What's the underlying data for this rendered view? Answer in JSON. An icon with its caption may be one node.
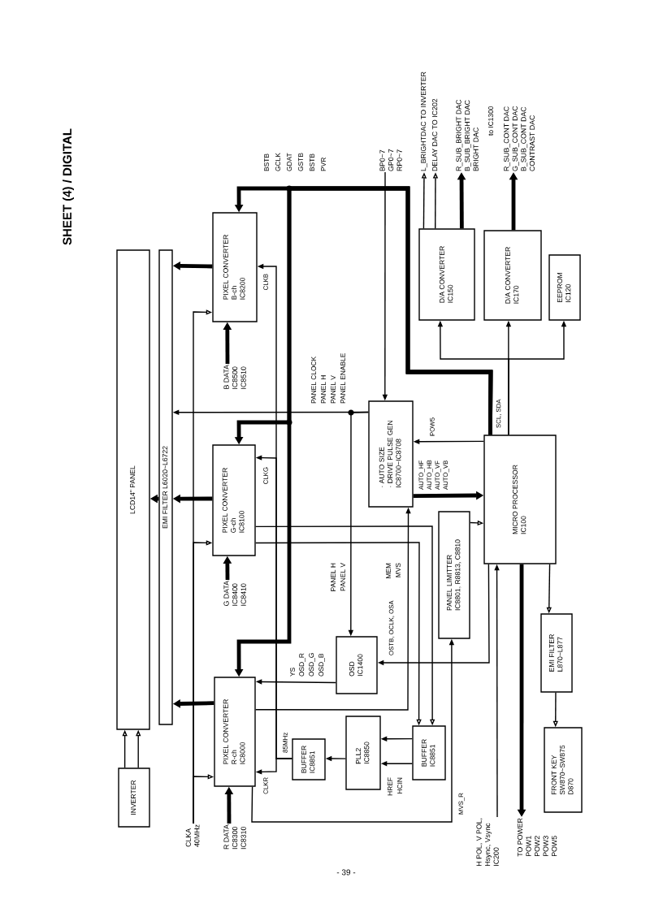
{
  "diagram": {
    "title": "SHEET (4) / DIGITAL",
    "nodes": [
      {
        "text": [
          "LCD14\" PANEL"
        ]
      },
      {
        "text": [
          "EMI FILTER L6020~L6722"
        ]
      },
      {
        "text": [
          "INVERTER"
        ]
      },
      {
        "text": [
          "PIXEL CONVERTER",
          "B-ch",
          "IC8200"
        ]
      },
      {
        "text": [
          "B DATA",
          "IC8500",
          "IC8510"
        ]
      },
      {
        "text": [
          "PIXEL CONVERTER",
          "G-ch",
          "IC8100"
        ]
      },
      {
        "text": [
          "G DATA",
          "IC8400",
          "IC8410"
        ]
      },
      {
        "text": [
          "PIXEL CONVERTER",
          "R-ch",
          "IC8000"
        ]
      },
      {
        "text": [
          "R DATA",
          "IC8300",
          "IC8310"
        ]
      },
      {
        "text": [
          "CLKA",
          "40MHz"
        ]
      },
      {
        "text": [
          "BUFFER",
          "IC8851"
        ]
      },
      {
        "text": [
          "PLL2",
          "IC8850"
        ]
      },
      {
        "text": [
          "BUFFER",
          "IC8851"
        ]
      },
      {
        "text": [
          "OSD",
          "IC1400"
        ]
      },
      {
        "text": [
          "· AUTO SIZE",
          "· DRIVE PULSE GEN",
          "IC8700~IC8708"
        ]
      },
      {
        "text": [
          "PANEL LIMITTER",
          "IC8801, R8813, C8810"
        ]
      },
      {
        "text": [
          "MICRO PROCESSOR",
          "IC100"
        ]
      },
      {
        "text": [
          "D/A CONVERTER",
          "IC150"
        ]
      },
      {
        "text": [
          "D/A CONVERTER",
          "IC170"
        ]
      },
      {
        "text": [
          "EEPROM",
          "IC120"
        ]
      },
      {
        "text": [
          "EMI FILTER",
          "L870~L877"
        ]
      },
      {
        "text": [
          "FRONT KEY",
          "SW870~SW875",
          "D870"
        ]
      },
      {
        "text": [
          "BP0~7",
          "GP0~7",
          "RP0~7"
        ]
      },
      {
        "text": [
          "L_BRIGHTDAC TO INVERTER"
        ]
      },
      {
        "text": [
          "DELAY DAC TO IC202"
        ]
      },
      {
        "text": [
          "R_SUB_BRIGHT DAC",
          "B_SUB_BRIGHT DAC",
          "BRIGHT DAC"
        ]
      },
      {
        "text": [
          "R_SUB_CONT DAC",
          "G_SUB_CONT DAC",
          "B_SUB_CONT DAC",
          "CONTRAST DAC"
        ]
      },
      {
        "text": [
          "H POL, V POL,",
          "Hsync, Vsync",
          "IC200"
        ]
      },
      {
        "text": [
          "TO POWER",
          "POW1",
          "POW2",
          "POW3",
          "POW5"
        ]
      }
    ],
    "edges": [
      {
        "from": 2,
        "to": 0,
        "arrow": "to"
      },
      {
        "from": 2,
        "to": 0,
        "arrow": "to"
      },
      {
        "from": 3,
        "to": 1,
        "arrow": "to",
        "style": "thick"
      },
      {
        "from": 5,
        "to": 1,
        "arrow": "to",
        "style": "thick"
      },
      {
        "from": 7,
        "to": 1,
        "arrow": "to",
        "style": "thick"
      },
      {
        "from": 1,
        "to": 0,
        "arrow": "to",
        "style": "thick"
      },
      {
        "from": 4,
        "to": 3,
        "arrow": "to",
        "style": "thick"
      },
      {
        "from": 6,
        "to": 5,
        "arrow": "to",
        "style": "thick"
      },
      {
        "from": 8,
        "to": 7,
        "arrow": "to",
        "style": "thick"
      },
      {
        "from": 9,
        "to": 3,
        "arrow": "to"
      },
      {
        "from": 9,
        "to": 5,
        "arrow": "to"
      },
      {
        "from": 9,
        "to": 7,
        "arrow": "to"
      },
      {
        "from": 10,
        "to": 3,
        "arrow": "to",
        "label": "CLKB"
      },
      {
        "from": 10,
        "to": 5,
        "arrow": "to",
        "label": "CLKG"
      },
      {
        "from": 10,
        "to": 7,
        "arrow": "to",
        "label": "CLKR"
      },
      {
        "from": 11,
        "to": 10,
        "arrow": "to"
      },
      {
        "from": 12,
        "to": 11,
        "arrow": "to"
      },
      {
        "from": 12,
        "to": 11,
        "arrow": "to"
      },
      {
        "from": 5,
        "to": 12,
        "arrow": "to"
      },
      {
        "from": 5,
        "to": 12,
        "arrow": "to"
      },
      {
        "from": 13,
        "to": 7,
        "arrow": "to"
      },
      {
        "from": 7,
        "to": 14,
        "arrow": "to"
      },
      {
        "from": 7,
        "to": 15,
        "arrow": "to",
        "label": "MVS_R"
      },
      {
        "from": 15,
        "to": 16,
        "arrow": "to"
      },
      {
        "from": 16,
        "to": 13,
        "arrow": "to",
        "label": "OSTB, OCLK, OSA"
      },
      {
        "from": 16,
        "to": 14,
        "arrow": "to",
        "label": "POW5"
      },
      {
        "from": 14,
        "to": 16,
        "arrow": "to",
        "style": "thick"
      },
      {
        "from": 14,
        "to": 1,
        "arrow": "to"
      },
      {
        "from": 14,
        "to": 13,
        "arrow": "to"
      },
      {
        "from": 16,
        "to": 3,
        "arrow": "to",
        "style": "thick"
      },
      {
        "from": 16,
        "to": 5,
        "arrow": "to",
        "style": "thick"
      },
      {
        "from": 16,
        "to": 7,
        "arrow": "to",
        "style": "thick"
      },
      {
        "from": 22,
        "to": 14,
        "arrow": "to"
      },
      {
        "from": 16,
        "to": 17,
        "arrow": "to"
      },
      {
        "from": 16,
        "to": 18,
        "arrow": "to",
        "label": "SCL, SDA"
      },
      {
        "from": 16,
        "to": 19,
        "arrow": "to"
      },
      {
        "from": 17,
        "to": 23,
        "arrow": "to"
      },
      {
        "from": 17,
        "to": 24,
        "arrow": "to"
      },
      {
        "from": 17,
        "to": 25,
        "arrow": "to",
        "style": "thick"
      },
      {
        "from": 18,
        "to": 26,
        "arrow": "to",
        "style": "thick"
      },
      {
        "from": 27,
        "to": 16,
        "arrow": "to"
      },
      {
        "from": 16,
        "to": 28,
        "arrow": "to",
        "style": "thick"
      },
      {
        "from": 16,
        "to": 20,
        "arrow": "to"
      },
      {
        "from": 20,
        "to": 21,
        "arrow": "to"
      }
    ],
    "labels": [
      "BSTB",
      "GCLK",
      "GDAT",
      "GSTB",
      "BSTB",
      "PVR",
      "to IC1300",
      "PANEL CLOCK",
      "PANEL H",
      "PANEL V",
      "PANEL ENABLE",
      "AUTO_HF",
      "AUTO_HB",
      "AUTO_VF",
      "AUTO_VB",
      "PANEL H",
      "PANEL V",
      "MEM",
      "MVS",
      "YS",
      "OSD_R",
      "OSD_G",
      "OSD_B",
      "85MHz",
      "HREF",
      "HCIN",
      "- 39 -"
    ]
  }
}
